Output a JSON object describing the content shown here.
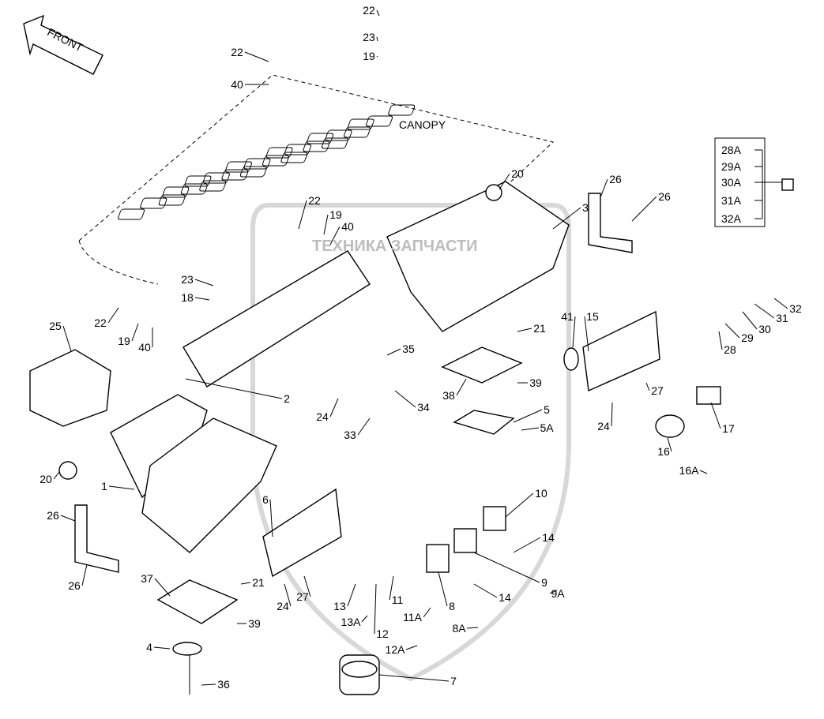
{
  "front_label": "FRONT",
  "canopy_label": "CANOPY",
  "watermark": "ТЕХНИКА ЗАПЧАСТИ",
  "inset_labels": [
    "28A",
    "29A",
    "30A",
    "31A",
    "32A"
  ],
  "callouts": [
    "22",
    "23",
    "19",
    "22",
    "40",
    "20",
    "3",
    "26",
    "26",
    "22",
    "19",
    "40",
    "23",
    "18",
    "22",
    "19",
    "40",
    "25",
    "35",
    "21",
    "41",
    "15",
    "32",
    "31",
    "30",
    "29",
    "28",
    "2",
    "24",
    "34",
    "38",
    "39",
    "5",
    "5A",
    "24",
    "27",
    "17",
    "16",
    "16A",
    "33",
    "20",
    "1",
    "6",
    "10",
    "14",
    "9",
    "9A",
    "14",
    "26",
    "26",
    "37",
    "21",
    "24",
    "27",
    "13",
    "13A",
    "11",
    "11A",
    "12",
    "12A",
    "8",
    "8A",
    "39",
    "4",
    "36",
    "7"
  ]
}
